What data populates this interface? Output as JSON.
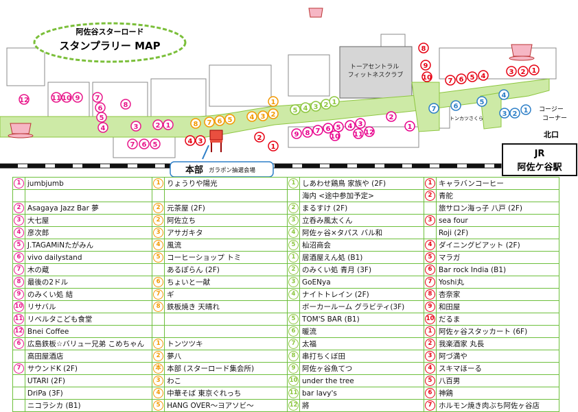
{
  "title": {
    "line1": "阿佐谷スターロード",
    "line2": "スタンプラリー MAP"
  },
  "map_labels": {
    "honbu": "本部",
    "honbu_sub": "ガラポン抽選会場",
    "jr_line1": "JR",
    "jr_line2": "阿佐ケ谷駅",
    "kita_guchi": "北口",
    "fitness": "トーアセントラル フィットネスクラブ",
    "coffee_corner": "コージーコーナー",
    "tonkatsu": "トンカツさくら"
  },
  "colors": {
    "c1": "#e8158a",
    "c2": "#f39800",
    "c3": "#e8008c",
    "c4": "#2c7ec7",
    "red": "#e60012",
    "green": "#8dc63f"
  },
  "markers": [
    {
      "n": "⑫",
      "c": "c1"
    },
    {
      "n": "⑪",
      "c": "c1"
    },
    {
      "n": "⑩",
      "c": "c1"
    },
    {
      "n": "⑨",
      "c": "c1"
    },
    {
      "n": "⑦",
      "c": "c1"
    },
    {
      "n": "⑥",
      "c": "c1"
    },
    {
      "n": "⑤",
      "c": "c1"
    },
    {
      "n": "④",
      "c": "c1"
    },
    {
      "n": "⑧",
      "c": "c1"
    },
    {
      "n": "③",
      "c": "c1"
    },
    {
      "n": "②",
      "c": "c1"
    },
    {
      "n": "①",
      "c": "c1"
    },
    {
      "n": "⑦",
      "c": "c1"
    },
    {
      "n": "⑥",
      "c": "c1"
    },
    {
      "n": "⑤",
      "c": "c1"
    },
    {
      "n": "④",
      "c": "red"
    },
    {
      "n": "③",
      "c": "red"
    },
    {
      "n": "⑧",
      "c": "c2"
    },
    {
      "n": "⑦",
      "c": "c2"
    },
    {
      "n": "⑥",
      "c": "c2"
    },
    {
      "n": "⑤",
      "c": "c2"
    },
    {
      "n": "④",
      "c": "c2"
    },
    {
      "n": "③",
      "c": "c2"
    },
    {
      "n": "②",
      "c": "c2"
    },
    {
      "n": "①",
      "c": "c2"
    },
    {
      "n": "②",
      "c": "red"
    },
    {
      "n": "①",
      "c": "red"
    },
    {
      "n": "⑤",
      "c": "green"
    },
    {
      "n": "④",
      "c": "green"
    },
    {
      "n": "③",
      "c": "green"
    },
    {
      "n": "②",
      "c": "green"
    },
    {
      "n": "①",
      "c": "green"
    },
    {
      "n": "⑨",
      "c": "c3"
    },
    {
      "n": "⑧",
      "c": "c3"
    },
    {
      "n": "⑦",
      "c": "c3"
    },
    {
      "n": "⑥",
      "c": "c3"
    },
    {
      "n": "⑤",
      "c": "c3"
    },
    {
      "n": "④",
      "c": "c3"
    },
    {
      "n": "③",
      "c": "c3"
    },
    {
      "n": "⑩",
      "c": "c3"
    },
    {
      "n": "⑪",
      "c": "c3"
    },
    {
      "n": "⑫",
      "c": "c3"
    },
    {
      "n": "②",
      "c": "c3"
    },
    {
      "n": "①",
      "c": "c3"
    },
    {
      "n": "⑧",
      "c": "red"
    },
    {
      "n": "⑨",
      "c": "red"
    },
    {
      "n": "⑩",
      "c": "red"
    },
    {
      "n": "⑦",
      "c": "red"
    },
    {
      "n": "⑥",
      "c": "red"
    },
    {
      "n": "⑤",
      "c": "red"
    },
    {
      "n": "④",
      "c": "red"
    },
    {
      "n": "③",
      "c": "red"
    },
    {
      "n": "②",
      "c": "red"
    },
    {
      "n": "①",
      "c": "red"
    },
    {
      "n": "⑦",
      "c": "c4"
    },
    {
      "n": "⑥",
      "c": "c4"
    },
    {
      "n": "⑤",
      "c": "c4"
    },
    {
      "n": "④",
      "c": "c4"
    },
    {
      "n": "③",
      "c": "c4"
    },
    {
      "n": "②",
      "c": "c4"
    },
    {
      "n": "①",
      "c": "c4"
    }
  ],
  "table": {
    "rows": [
      [
        "①",
        "jumbjumb",
        "①",
        "りょうりや陽光",
        "①",
        "しあわせ鶏鳥 家族や (2F)",
        "①",
        "キャラバンコーヒー"
      ],
      [
        "",
        "",
        "",
        "",
        "",
        "海内 <途中参加予定>",
        "②",
        "青舵"
      ],
      [
        "②",
        "Asagaya Jazz Bar 夢",
        "②",
        "元茶屋 (2F)",
        "②",
        "まるすけ (2F)",
        "",
        "旅サロン海っ子 八戸 (2F)"
      ],
      [
        "③",
        "大七屋",
        "②",
        "阿佐立ち",
        "③",
        "立呑み風太くん",
        "③",
        "sea four"
      ],
      [
        "④",
        "彦次郎",
        "③",
        "アサガキタ",
        "④",
        "阿佐ヶ谷×タパス バル和",
        "",
        "Roji (2F)"
      ],
      [
        "⑤",
        "J.TAGAMiNたがみん",
        "④",
        "風流",
        "⑤",
        "杣沼商会",
        "④",
        "ダイニングビアット (2F)"
      ],
      [
        "⑥",
        "vivo dailystand",
        "⑤",
        "コーヒーショップ トミ",
        "①",
        "居酒屋えん処 (B1)",
        "⑤",
        "マラガ"
      ],
      [
        "⑦",
        "木の蔵",
        "",
        "あるぽらん (2F)",
        "②",
        "のみくい処 青月 (3F)",
        "⑥",
        "Bar rock India (B1)"
      ],
      [
        "⑧",
        "最後の2ドル",
        "⑥",
        "ちょいと一献",
        "③",
        "GoENya",
        "⑦",
        "Yoshi丸"
      ],
      [
        "⑨",
        "のみくい処 結",
        "⑦",
        "ギ",
        "④",
        "ナイトトレイン (2F)",
        "⑧",
        "杏奈家"
      ],
      [
        "⑩",
        "リサバル",
        "⑧",
        "鉄板焼き 天晴れ",
        "",
        "ボーカールーム グラビティ(3F)",
        "⑨",
        "和田屋"
      ],
      [
        "⑪",
        "リベルタこども食堂",
        "",
        "",
        "⑤",
        "TOM'S BAR (B1)",
        "⑩",
        "だるま"
      ],
      [
        "⑫",
        "Bnei Coffee",
        "",
        "",
        "⑥",
        "暖流",
        "①",
        "阿佐ヶ谷スタッカート (6F)"
      ],
      [
        "⑥",
        "広島鉄板☆バリュー兄弟 こめちゃん",
        "①",
        "トンツツキ",
        "⑦",
        "太福",
        "②",
        "我楽酒家 丸長"
      ],
      [
        "",
        "高田屋酒店",
        "②",
        "夢八",
        "⑧",
        "串打ちくぼ田",
        "③",
        "阿づ満や"
      ],
      [
        "⑦",
        "サウンドK (2F)",
        "本",
        "本部 (スターロード集会所)",
        "⑨",
        "阿佐ヶ谷魚てつ",
        "④",
        "スキマほーる"
      ],
      [
        "",
        "UTARI (2F)",
        "③",
        "わこ",
        "⑩",
        "under the tree",
        "⑤",
        "八百男"
      ],
      [
        "",
        "DriPa (3F)",
        "④",
        "中華そば 東京ぐれっち",
        "⑪",
        "bar lavy's",
        "⑥",
        "神鶏"
      ],
      [
        "",
        "ニコラシカ (B1)",
        "⑤",
        "HANG OVER〜ヨアソビ〜",
        "⑫",
        "將",
        "⑦",
        "ホルモン焼き肉ぶち阿佐ヶ谷店"
      ]
    ]
  }
}
